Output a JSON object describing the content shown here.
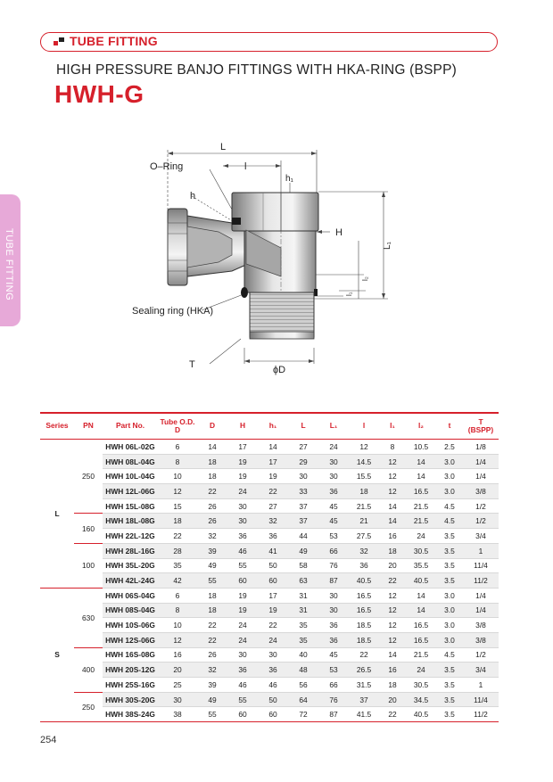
{
  "header": {
    "category": "TUBE FITTING",
    "subtitle": "HIGH PRESSURE BANJO FITTINGS WITH HKA-RING (BSPP)",
    "code": "HWH-G"
  },
  "side_tab": {
    "label": "TUBE FITTING"
  },
  "drawing": {
    "labels": {
      "L": "L",
      "l": "l",
      "h1": "h₁",
      "o_ring": "O–Ring",
      "h": "h",
      "H": "H",
      "L1": "L₁",
      "l2": "l₂",
      "l1": "l₁",
      "sealing_ring": "Sealing ring (HKA)",
      "T": "T",
      "phiD": "ϕD"
    }
  },
  "table": {
    "headers": [
      "Series",
      "PN",
      "Part No.",
      "Tube O.D.\nD",
      "D",
      "H",
      "h₁",
      "L",
      "L₁",
      "l",
      "l₁",
      "l₂",
      "t",
      "T\n(BSPP)"
    ],
    "groups": [
      {
        "series": "L",
        "pn_groups": [
          {
            "pn": "250",
            "rows": [
              [
                "HWH 06L-02G",
                "6",
                "14",
                "17",
                "14",
                "27",
                "24",
                "12",
                "8",
                "10.5",
                "2.5",
                "1/8"
              ],
              [
                "HWH 08L-04G",
                "8",
                "18",
                "19",
                "17",
                "29",
                "30",
                "14.5",
                "12",
                "14",
                "3.0",
                "1/4"
              ],
              [
                "HWH 10L-04G",
                "10",
                "18",
                "19",
                "19",
                "30",
                "30",
                "15.5",
                "12",
                "14",
                "3.0",
                "1/4"
              ],
              [
                "HWH 12L-06G",
                "12",
                "22",
                "24",
                "22",
                "33",
                "36",
                "18",
                "12",
                "16.5",
                "3.0",
                "3/8"
              ],
              [
                "HWH 15L-08G",
                "15",
                "26",
                "30",
                "27",
                "37",
                "45",
                "21.5",
                "14",
                "21.5",
                "4.5",
                "1/2"
              ]
            ]
          },
          {
            "pn": "160",
            "rows": [
              [
                "HWH 18L-08G",
                "18",
                "26",
                "30",
                "32",
                "37",
                "45",
                "21",
                "14",
                "21.5",
                "4.5",
                "1/2"
              ],
              [
                "HWH 22L-12G",
                "22",
                "32",
                "36",
                "36",
                "44",
                "53",
                "27.5",
                "16",
                "24",
                "3.5",
                "3/4"
              ]
            ]
          },
          {
            "pn": "100",
            "rows": [
              [
                "HWH 28L-16G",
                "28",
                "39",
                "46",
                "41",
                "49",
                "66",
                "32",
                "18",
                "30.5",
                "3.5",
                "1"
              ],
              [
                "HWH 35L-20G",
                "35",
                "49",
                "55",
                "50",
                "58",
                "76",
                "36",
                "20",
                "35.5",
                "3.5",
                "11/4"
              ],
              [
                "HWH 42L-24G",
                "42",
                "55",
                "60",
                "60",
                "63",
                "87",
                "40.5",
                "22",
                "40.5",
                "3.5",
                "11/2"
              ]
            ]
          }
        ]
      },
      {
        "series": "S",
        "pn_groups": [
          {
            "pn": "630",
            "rows": [
              [
                "HWH 06S-04G",
                "6",
                "18",
                "19",
                "17",
                "31",
                "30",
                "16.5",
                "12",
                "14",
                "3.0",
                "1/4"
              ],
              [
                "HWH 08S-04G",
                "8",
                "18",
                "19",
                "19",
                "31",
                "30",
                "16.5",
                "12",
                "14",
                "3.0",
                "1/4"
              ],
              [
                "HWH 10S-06G",
                "10",
                "22",
                "24",
                "22",
                "35",
                "36",
                "18.5",
                "12",
                "16.5",
                "3.0",
                "3/8"
              ],
              [
                "HWH 12S-06G",
                "12",
                "22",
                "24",
                "24",
                "35",
                "36",
                "18.5",
                "12",
                "16.5",
                "3.0",
                "3/8"
              ]
            ]
          },
          {
            "pn": "400",
            "rows": [
              [
                "HWH 16S-08G",
                "16",
                "26",
                "30",
                "30",
                "40",
                "45",
                "22",
                "14",
                "21.5",
                "4.5",
                "1/2"
              ],
              [
                "HWH 20S-12G",
                "20",
                "32",
                "36",
                "36",
                "48",
                "53",
                "26.5",
                "16",
                "24",
                "3.5",
                "3/4"
              ],
              [
                "HWH 25S-16G",
                "25",
                "39",
                "46",
                "46",
                "56",
                "66",
                "31.5",
                "18",
                "30.5",
                "3.5",
                "1"
              ]
            ]
          },
          {
            "pn": "250",
            "rows": [
              [
                "HWH 30S-20G",
                "30",
                "49",
                "55",
                "50",
                "64",
                "76",
                "37",
                "20",
                "34.5",
                "3.5",
                "11/4"
              ],
              [
                "HWH 38S-24G",
                "38",
                "55",
                "60",
                "60",
                "72",
                "87",
                "41.5",
                "22",
                "40.5",
                "3.5",
                "11/2"
              ]
            ]
          }
        ]
      }
    ]
  },
  "page_number": "254",
  "colors": {
    "accent": "#d6202b",
    "side_tab": "#e7a9d8",
    "row_shade": "#eeeeee"
  }
}
